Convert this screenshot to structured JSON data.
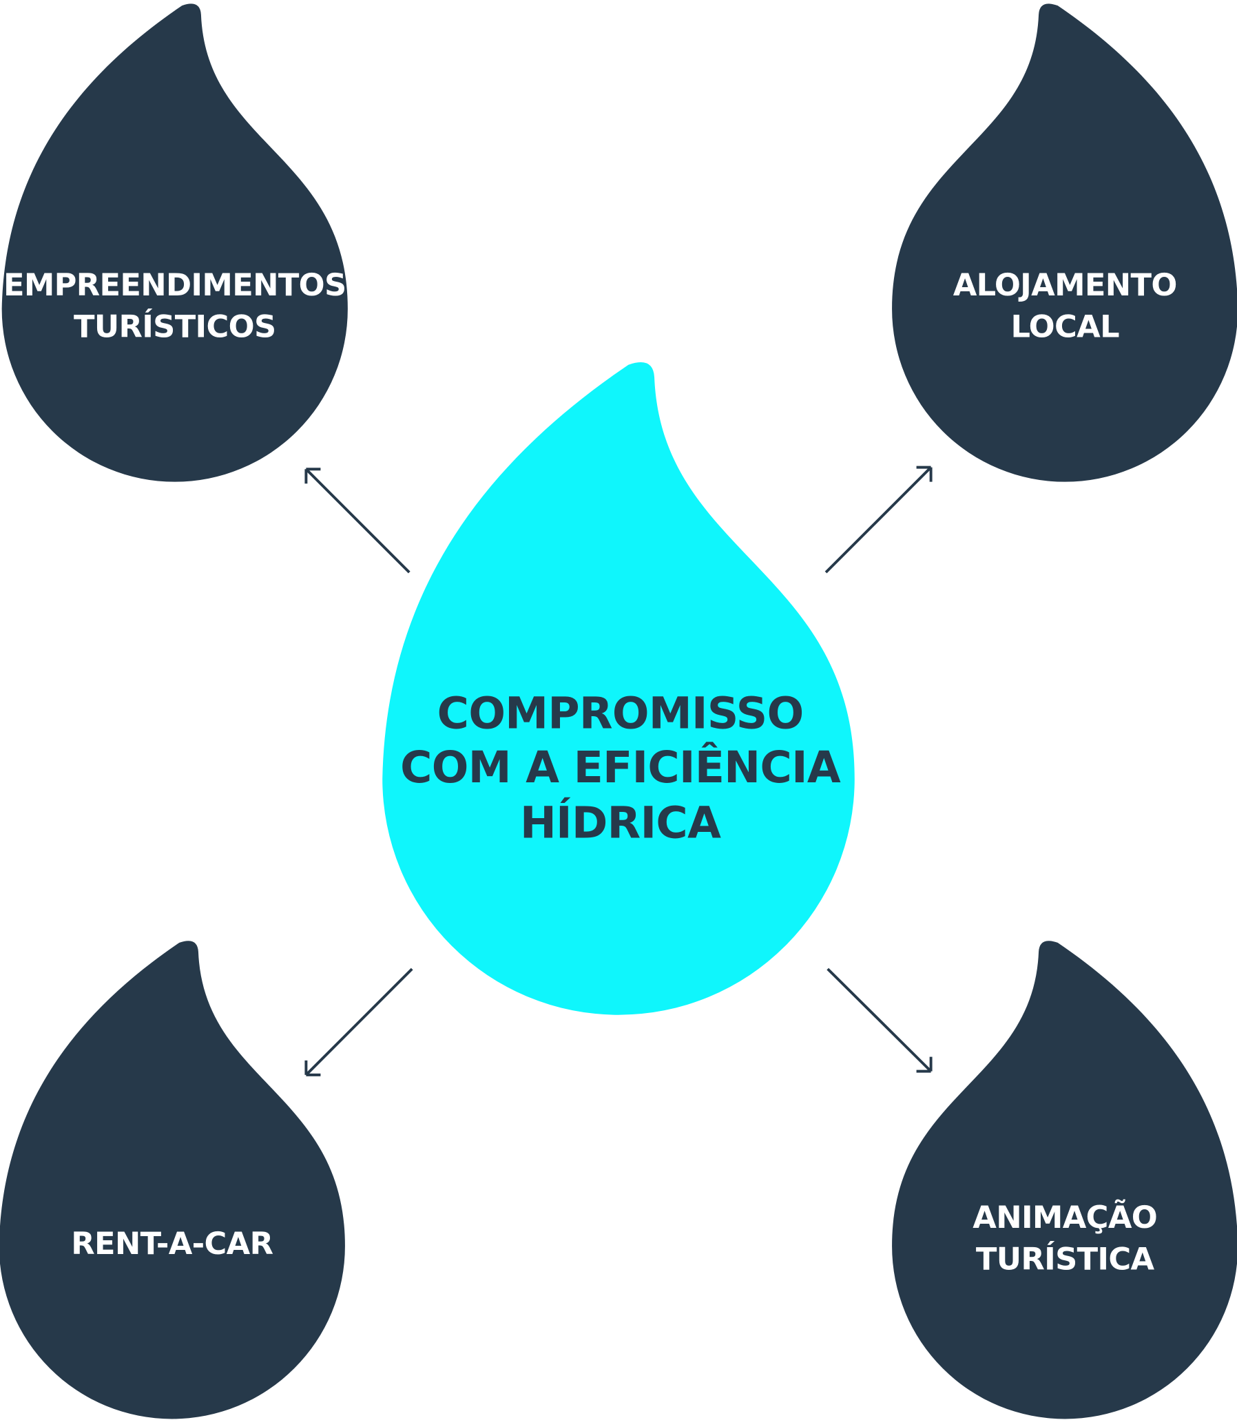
{
  "colors": {
    "dark_drop": "#26394a",
    "center_drop": "#0ff6fc",
    "center_text": "#26394a",
    "arrow": "#26394a"
  },
  "center": {
    "lines": [
      "COMPROMISSO",
      "COM A EFICIÊNCIA",
      "HÍDRICA"
    ]
  },
  "drops": [
    {
      "lines": [
        "EMPREENDIMENTOS",
        "TURÍSTICOS"
      ]
    },
    {
      "lines": [
        "ALOJAMENTO",
        "LOCAL"
      ]
    },
    {
      "lines": [
        "RENT-A-CAR"
      ]
    },
    {
      "lines": [
        "ANIMAÇÃO",
        "TURÍSTICA"
      ]
    }
  ]
}
